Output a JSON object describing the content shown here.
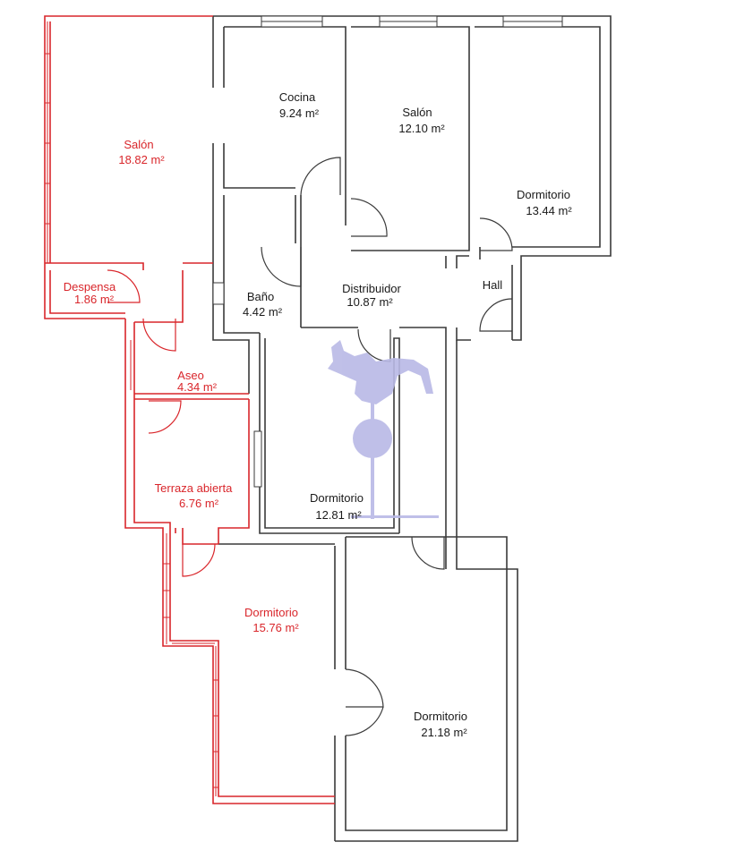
{
  "rooms": {
    "salon_left": {
      "name": "Salón",
      "area": "18.82 m²"
    },
    "despensa": {
      "name": "Despensa",
      "area": "1.86 m²"
    },
    "aseo": {
      "name": "Aseo",
      "area": "4.34 m²"
    },
    "terraza": {
      "name": "Terraza abierta",
      "area": "6.76 m²"
    },
    "dormitorio_sw": {
      "name": "Dormitorio",
      "area": "15.76 m²"
    },
    "cocina": {
      "name": "Cocina",
      "area": "9.24 m²"
    },
    "salon_center": {
      "name": "Salón",
      "area": "12.10 m²"
    },
    "dormitorio_ne": {
      "name": "Dormitorio",
      "area": "13.44 m²"
    },
    "bano": {
      "name": "Baño",
      "area": "4.42 m²"
    },
    "distribuidor": {
      "name": "Distribuidor",
      "area": "10.87 m²"
    },
    "hall": {
      "name": "Hall"
    },
    "dormitorio_center": {
      "name": "Dormitorio",
      "area": "12.81 m²"
    },
    "dormitorio_se": {
      "name": "Dormitorio",
      "area": "21.18 m²"
    }
  },
  "colors": {
    "existing_wall": "#3a3a3a",
    "highlight": "#d9262b",
    "watermark": "#b9b9e6"
  },
  "watermark": {
    "icon": "rooster-weathervane-icon"
  }
}
